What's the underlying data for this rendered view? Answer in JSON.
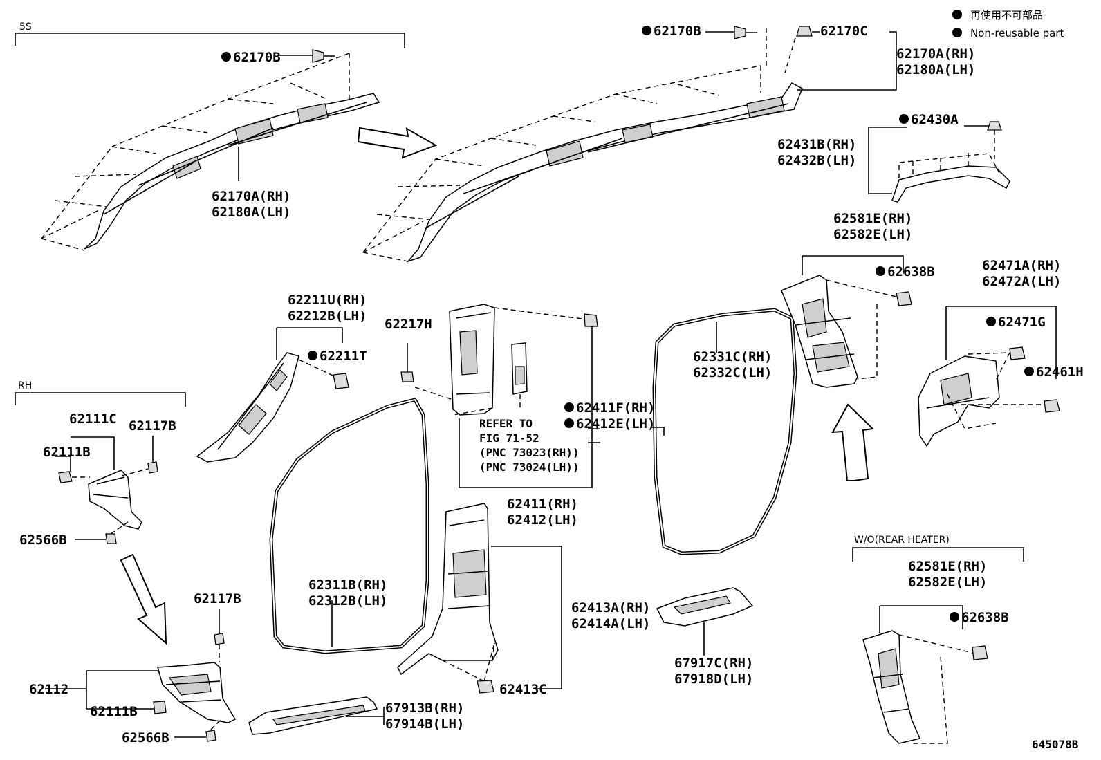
{
  "legend": {
    "items": [
      "再使用不可部品",
      "Non-reusable part"
    ]
  },
  "groups": {
    "g5s": "5S",
    "grh": "RH",
    "gwo": "W/O(REAR HEATER)"
  },
  "labels": {
    "l01": "62170B",
    "l02": "62170A(RH)",
    "l03": "62180A(LH)",
    "l04": "62170B",
    "l05": "62170C",
    "l06": "62170A(RH)",
    "l07": "62180A(LH)",
    "l08": "62430A",
    "l09": "62431B(RH)",
    "l10": "62432B(LH)",
    "l11": "62581E(RH)",
    "l12": "62582E(LH)",
    "l13": "62638B",
    "l14": "62471A(RH)",
    "l15": "62472A(LH)",
    "l16": "62471G",
    "l17": "62461H",
    "l18": "62211U(RH)",
    "l19": "62212B(LH)",
    "l20": "62211T",
    "l21": "62217H",
    "l22": "62411F(RH)",
    "l23": "62412E(LH)",
    "l24": "62411(RH)",
    "l25": "62412(LH)",
    "l26": "62331C(RH)",
    "l27": "62332C(LH)",
    "l28": "62111C",
    "l29": "62117B",
    "l30": "62111B",
    "l31": "62566B",
    "l32": "62311B(RH)",
    "l33": "62312B(LH)",
    "l34": "62413A(RH)",
    "l35": "62414A(LH)",
    "l36": "62413C",
    "l37": "62117B",
    "l38": "62112",
    "l39": "62111B",
    "l40": "62566B",
    "l41": "67913B(RH)",
    "l42": "67914B(LH)",
    "l43": "67917C(RH)",
    "l44": "67918D(LH)",
    "l45": "62581E(RH)",
    "l46": "62582E(LH)",
    "l47": "62638B"
  },
  "note": {
    "n1": "REFER TO",
    "n2": "FIG 71-52",
    "n3": "(PNC 73023(RH))",
    "n4": "(PNC 73024(LH))"
  },
  "figure_number": "645078B"
}
